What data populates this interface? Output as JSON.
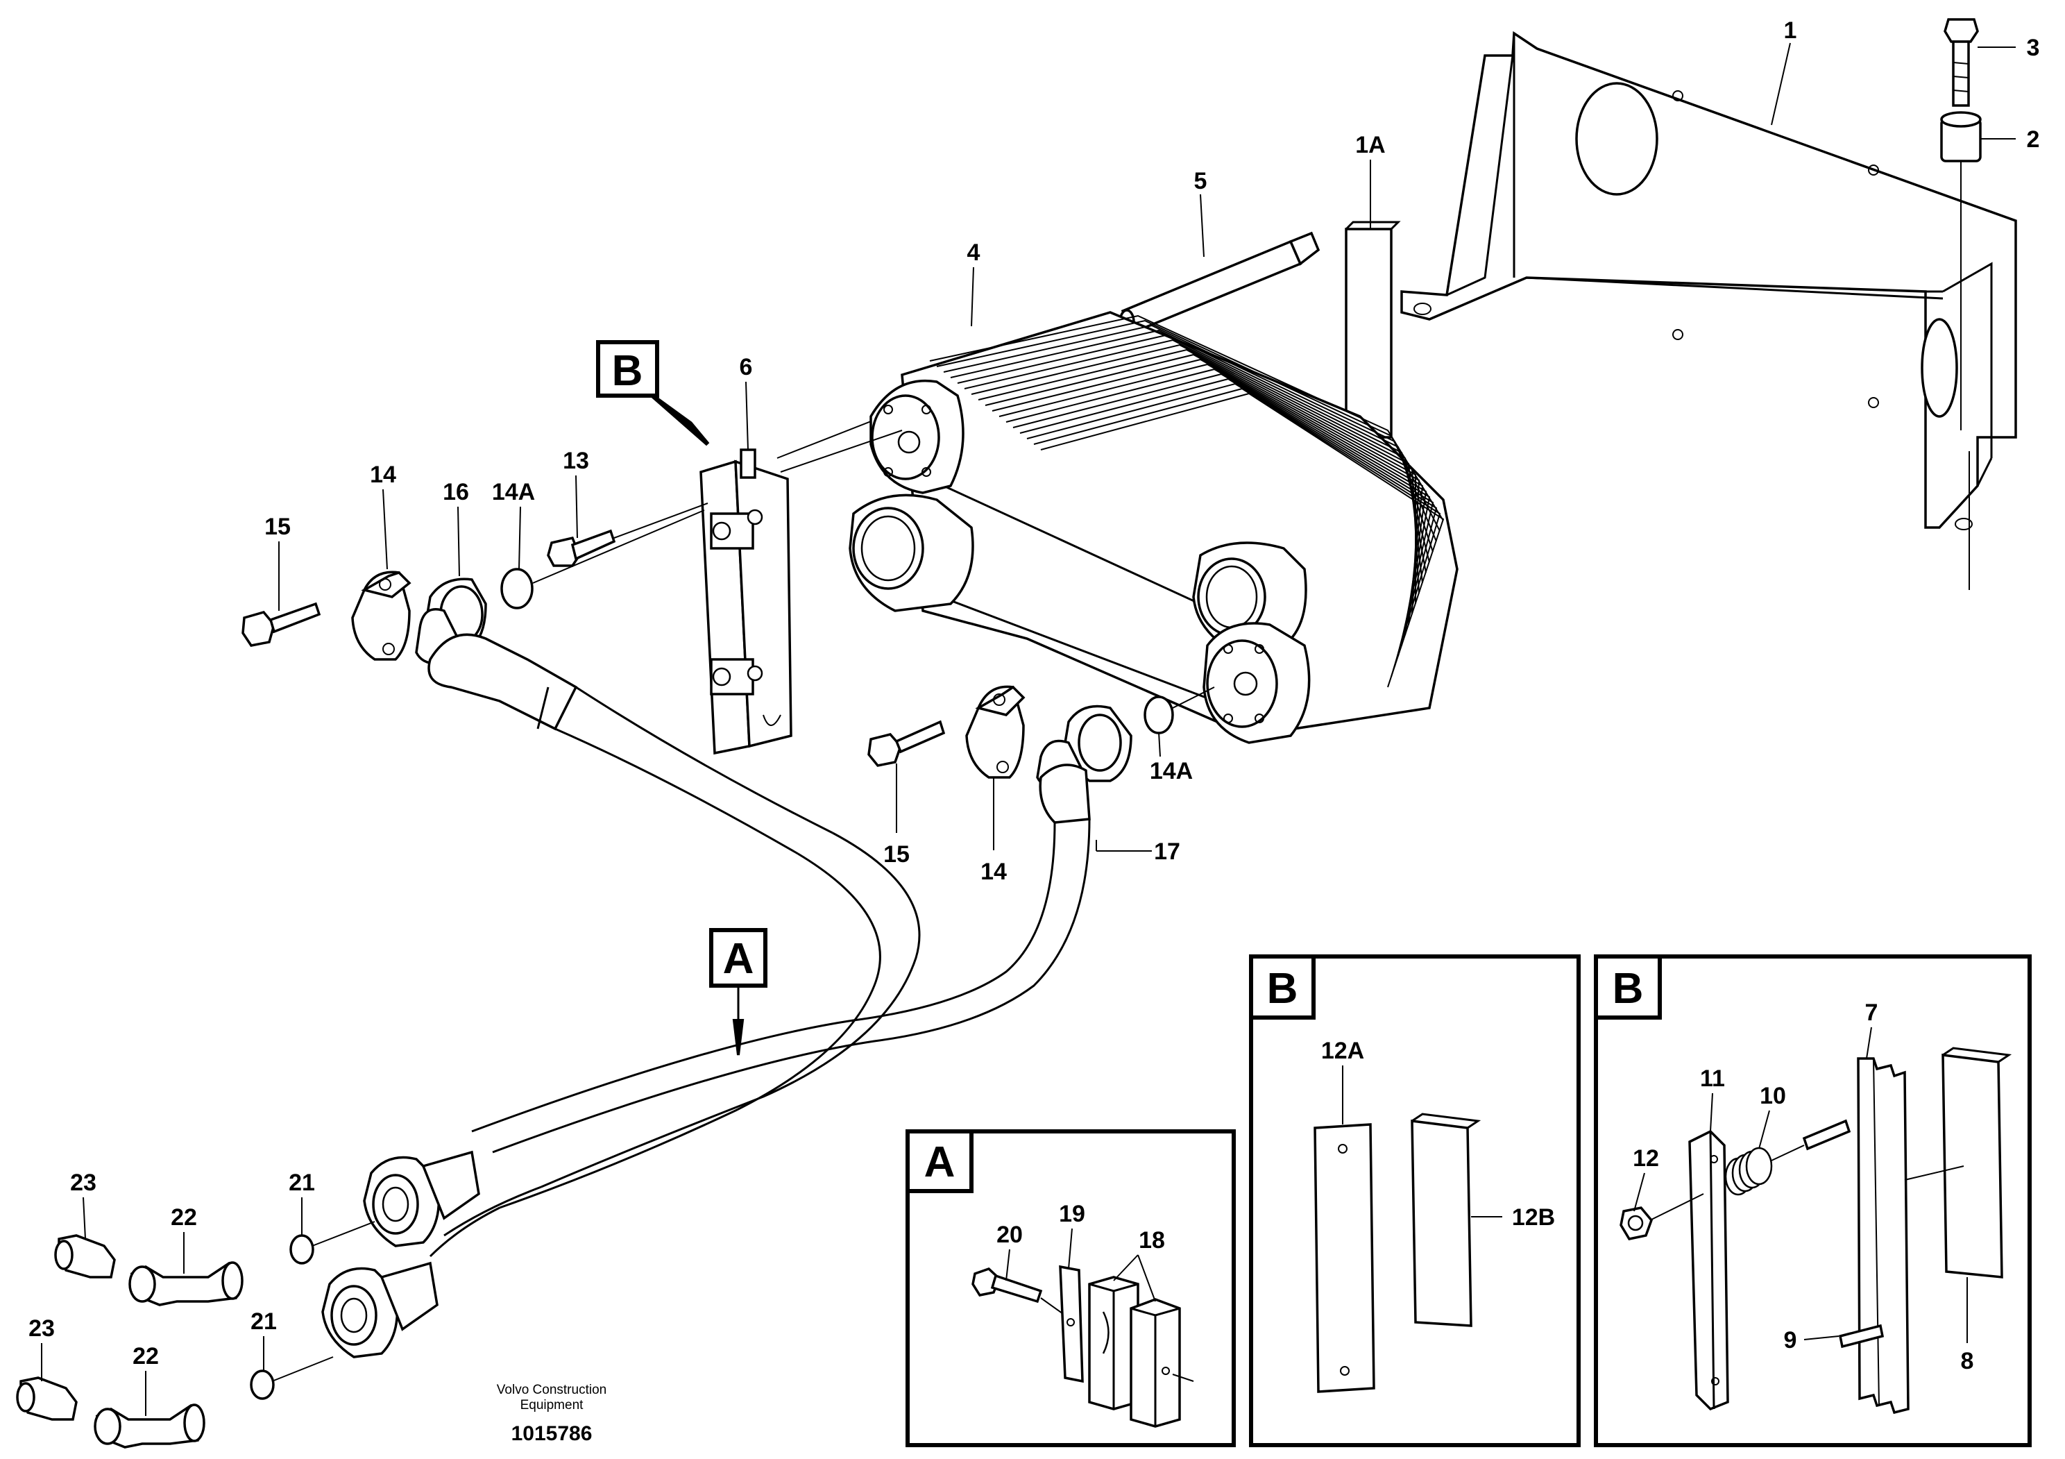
{
  "sections": {
    "A_label": "A",
    "B_label": "B"
  },
  "labels": {
    "p1": "1",
    "p1A": "1A",
    "p2": "2",
    "p3": "3",
    "p4": "4",
    "p5": "5",
    "p6": "6",
    "p13": "13",
    "p14a": "14",
    "p14b": "14",
    "p14Aa": "14A",
    "p14Ab": "14A",
    "p15a": "15",
    "p15b": "15",
    "p16": "16",
    "p17": "17",
    "p21a": "21",
    "p21b": "21",
    "p22a": "22",
    "p22b": "22",
    "p23a": "23",
    "p23b": "23",
    "p18": "18",
    "p19": "19",
    "p20": "20",
    "p12A": "12A",
    "p12B": "12B",
    "p7": "7",
    "p8": "8",
    "p9": "9",
    "p10": "10",
    "p11": "11",
    "p12": "12"
  },
  "footer": {
    "maker_line1": "Volvo Construction",
    "maker_line2": "Equipment",
    "doc_number": "1015786"
  }
}
